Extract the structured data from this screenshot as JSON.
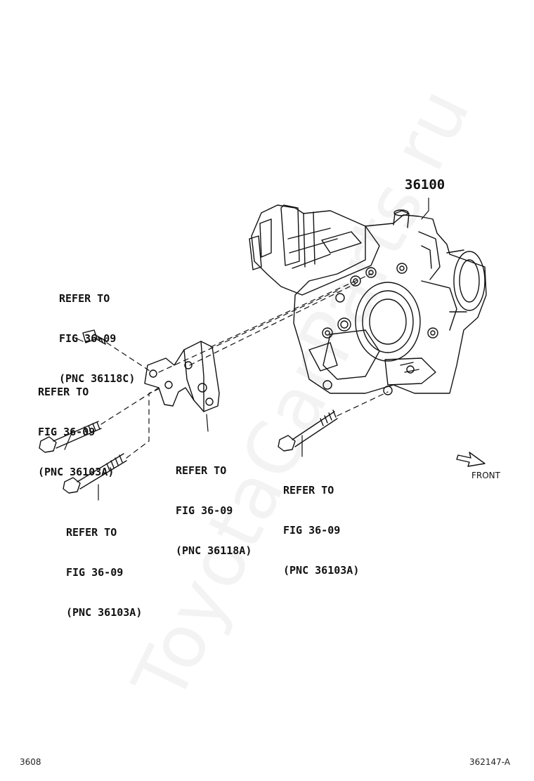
{
  "main_part": {
    "number": "36100"
  },
  "callouts": {
    "bolt_top_left": {
      "line1": "REFER TO",
      "line2": "FIG 36-09",
      "line3": "(PNC 36118C)"
    },
    "bolt_mid_left": {
      "line1": "REFER TO",
      "line2": "FIG 36-09",
      "line3": "(PNC 36103A)"
    },
    "bolt_bottom_left": {
      "line1": "REFER TO",
      "line2": "FIG 36-09",
      "line3": "(PNC 36103A)"
    },
    "bracket": {
      "line1": "REFER TO",
      "line2": "FIG 36-09",
      "line3": "(PNC 36118A)"
    },
    "bolt_right": {
      "line1": "REFER TO",
      "line2": "FIG 36-09",
      "line3": "(PNC 36103A)"
    }
  },
  "front_indicator": {
    "label": "FRONT",
    "icon": "front-arrow-icon"
  },
  "watermark": {
    "text": "ToyotaCarParts.ru"
  },
  "footer": {
    "page_code": "3608",
    "figure_id": "362147-A"
  },
  "colors": {
    "line": "#111111",
    "watermark": "#a0a0a0",
    "background": "#ffffff"
  }
}
